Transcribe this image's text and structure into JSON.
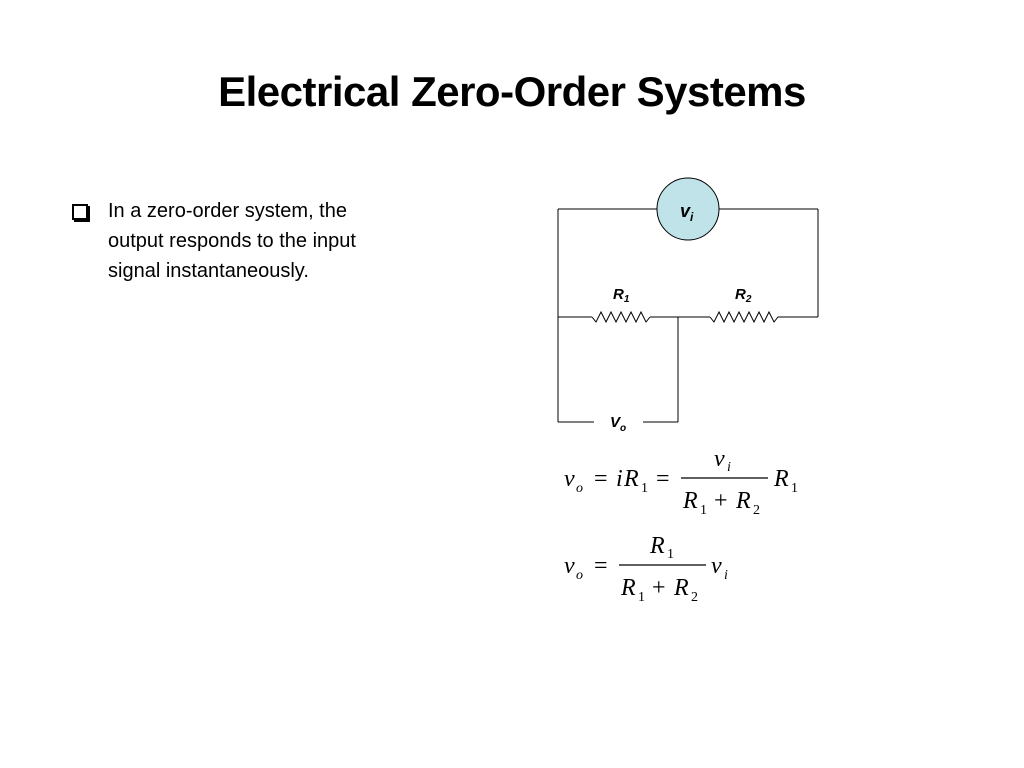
{
  "slide": {
    "title": "Electrical Zero-Order Systems",
    "bullets": [
      {
        "icon": "checkbox-bullet-icon",
        "text": "In a zero-order system, the output responds to the input signal instantaneously."
      }
    ]
  },
  "circuit": {
    "source_label_main": "v",
    "source_label_sub": "i",
    "r1_main": "R",
    "r1_sub": "1",
    "r2_main": "R",
    "r2_sub": "2",
    "vo_main": "V",
    "vo_sub": "o",
    "source_fill": "#bfe3e8"
  },
  "equations": {
    "eq1": {
      "lhs_v": "v",
      "lhs_o": "o",
      "eq_sign": "=",
      "i": "i",
      "R": "R",
      "one": "1",
      "eq_sign2": "=",
      "num_v": "v",
      "num_i": "i",
      "den_R1": "R",
      "den_1": "1",
      "plus": "+",
      "den_R2": "R",
      "den_2": "2",
      "tail_R": "R",
      "tail_1": "1"
    },
    "eq2": {
      "lhs_v": "v",
      "lhs_o": "o",
      "eq_sign": "=",
      "num_R": "R",
      "num_1": "1",
      "den_R1": "R",
      "den_1": "1",
      "plus": "+",
      "den_R2": "R",
      "den_2": "2",
      "tail_v": "v",
      "tail_i": "i"
    }
  }
}
